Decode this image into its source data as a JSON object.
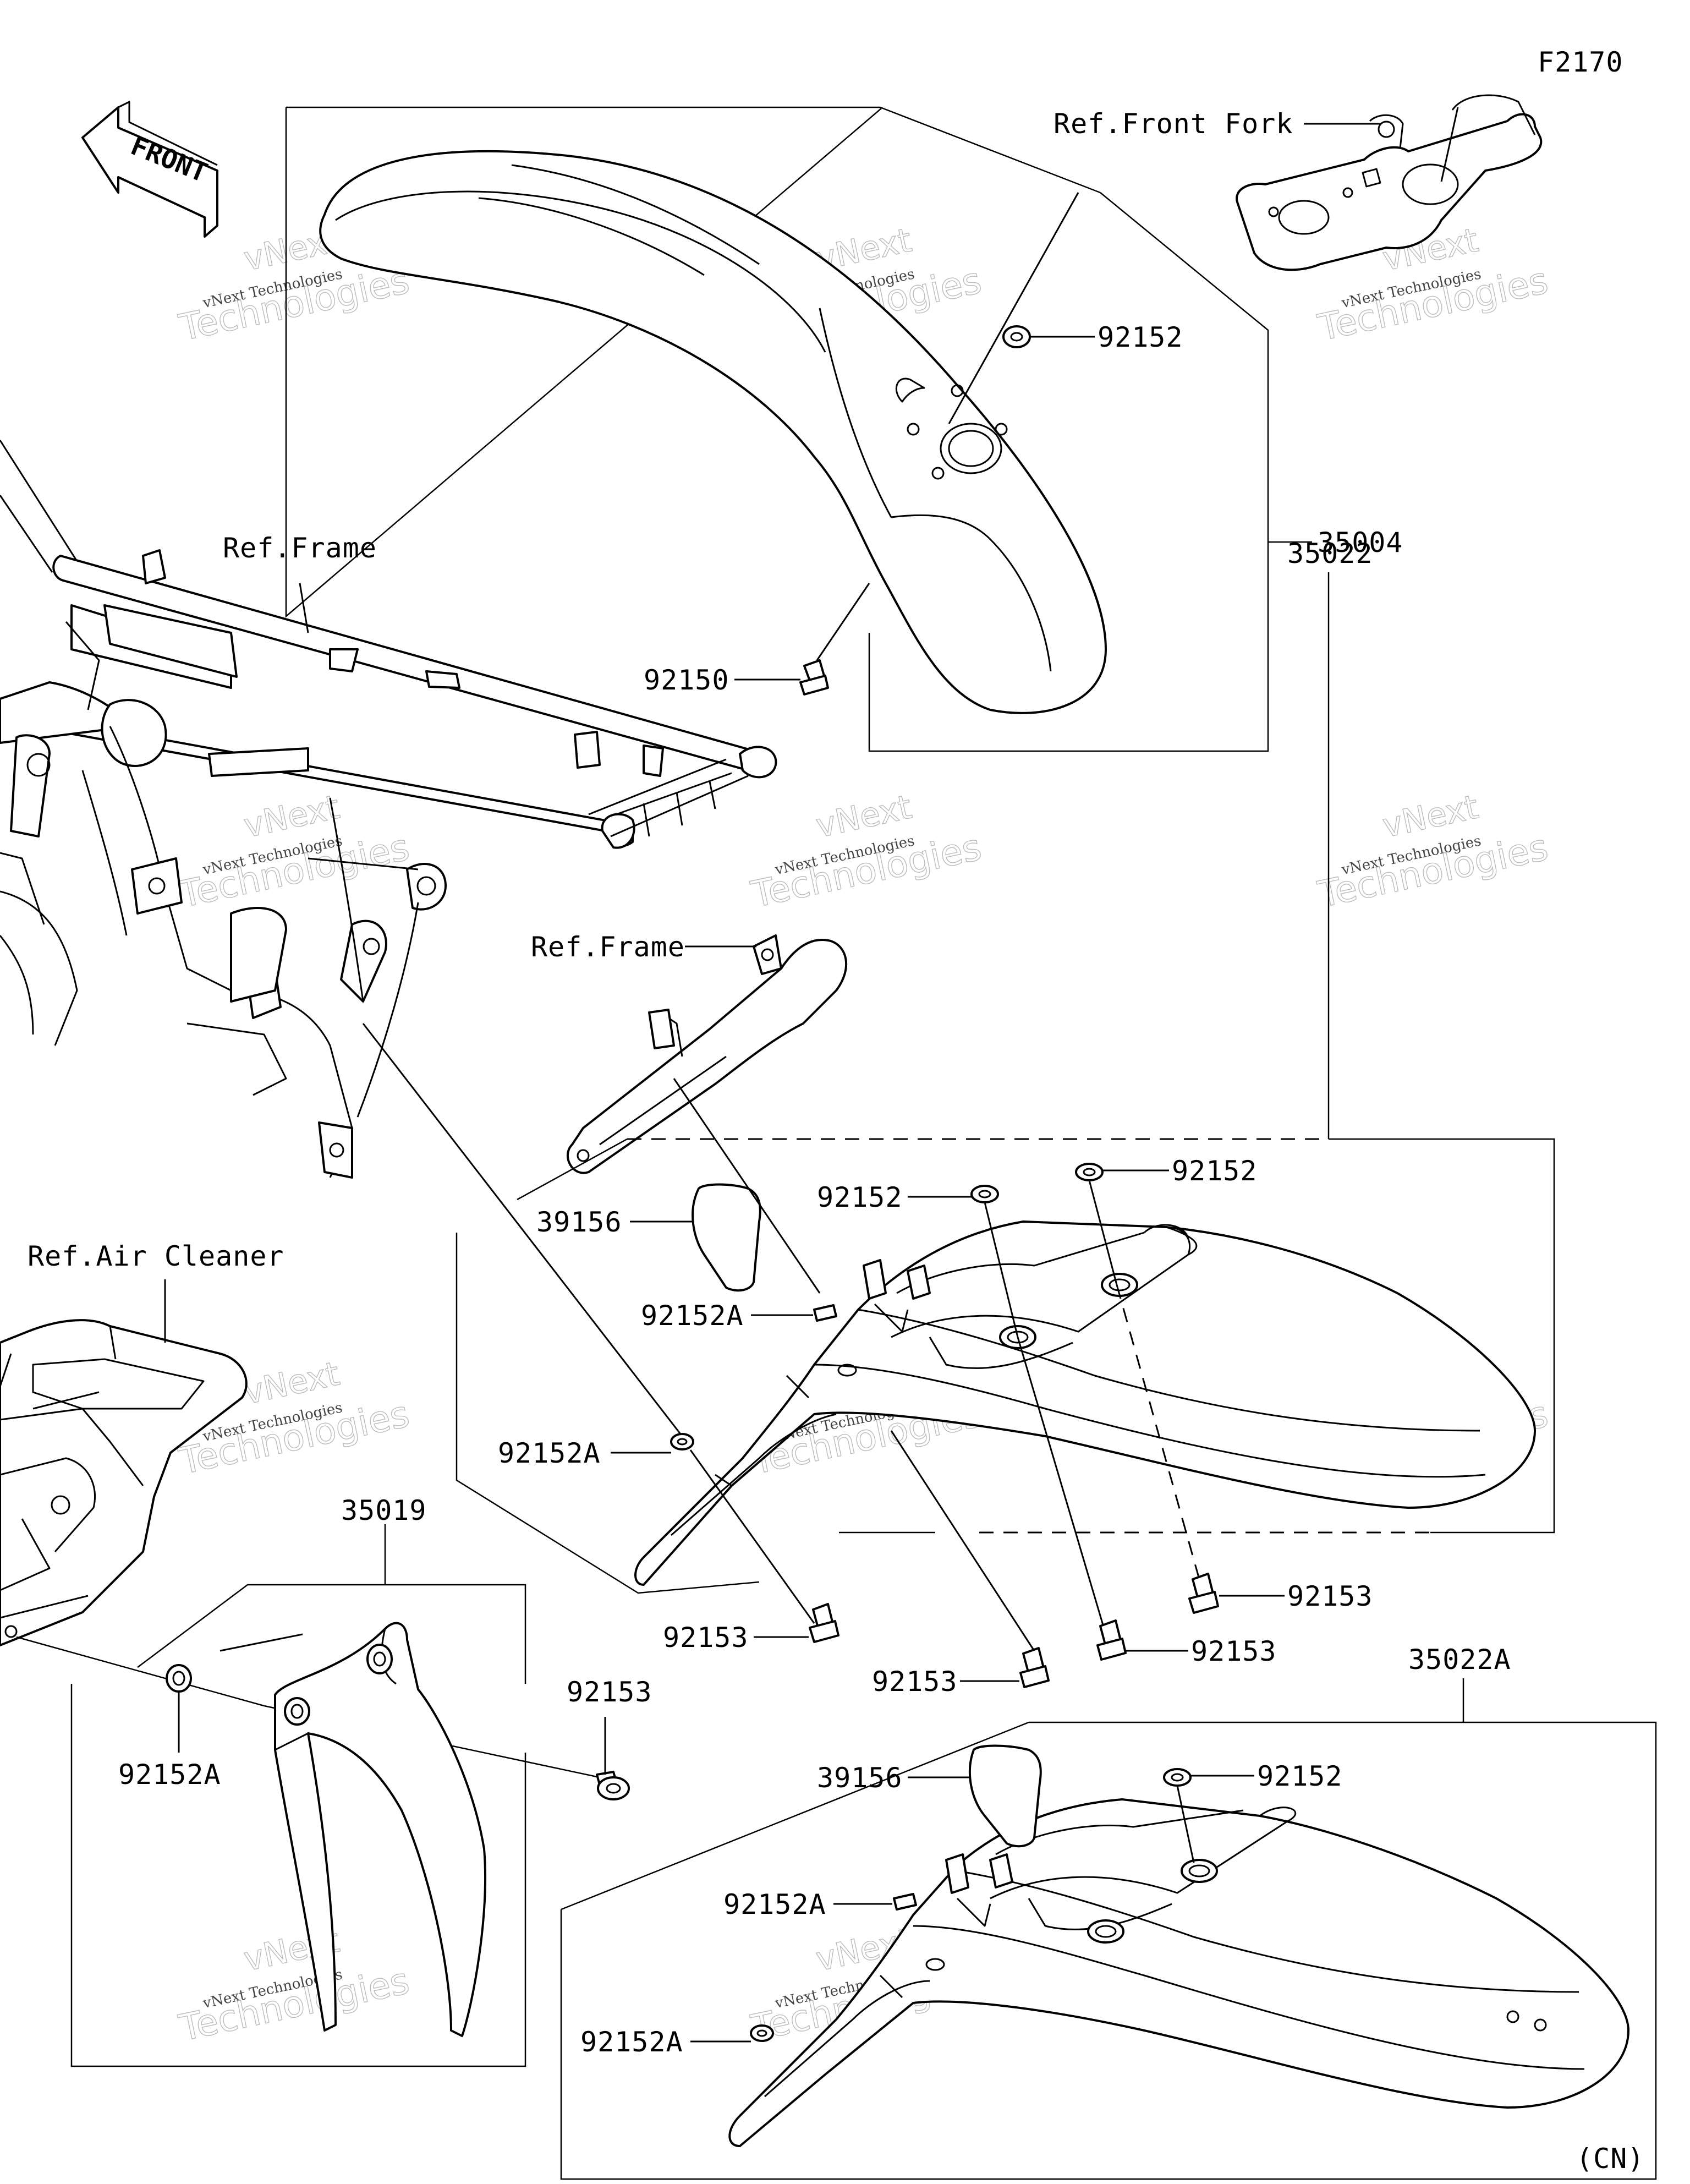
{
  "diagram_id": "F2170",
  "front_arrow_text": "FRONT",
  "refs": {
    "front_fork": "Ref.Front Fork",
    "frame_top": "Ref.Frame",
    "frame_mid": "Ref.Frame",
    "air_cleaner": "Ref.Air Cleaner"
  },
  "parts": {
    "p35004": "35004",
    "p92152_a": "92152",
    "p92150": "92150",
    "p35022": "35022",
    "p92152_b": "92152",
    "p92152_c": "92152",
    "p39156_a": "39156",
    "p92152A_a": "92152A",
    "p92152A_b": "92152A",
    "p92153_a": "92153",
    "p92153_b": "92153",
    "p92153_c": "92153",
    "p92153_d": "92153",
    "p35019": "35019",
    "p92152A_c": "92152A",
    "p92153_e": "92153",
    "p35022A": "35022A",
    "p39156_b": "39156",
    "p92152_d": "92152",
    "p92152A_d": "92152A",
    "p92152A_e": "92152A"
  },
  "variant_note": "(CN)",
  "watermark": {
    "line1": "vNext",
    "line2": "vNext Technologies",
    "line3": "Technologies"
  }
}
